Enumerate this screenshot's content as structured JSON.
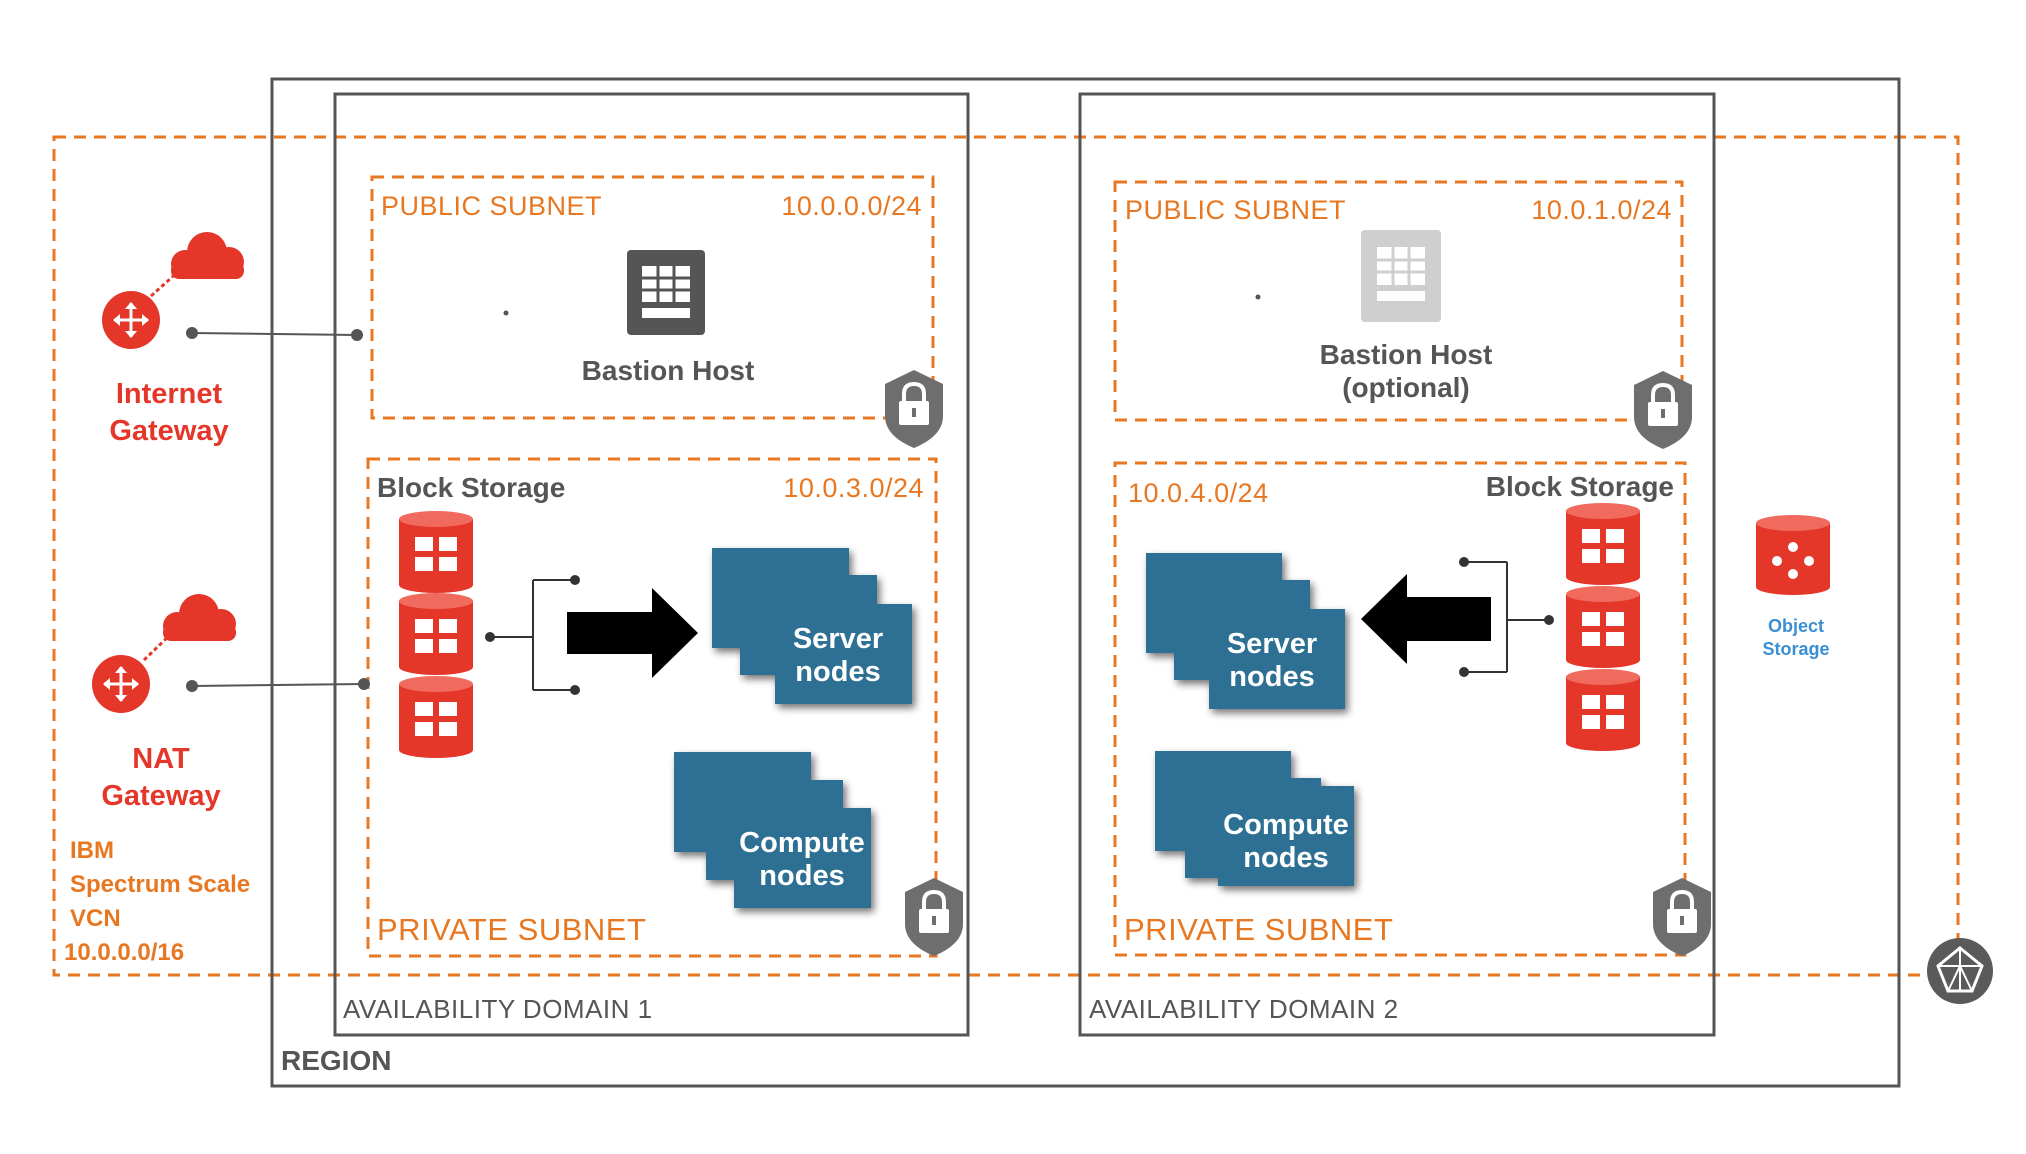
{
  "region": {
    "label": "REGION"
  },
  "vcn": {
    "line1": "IBM",
    "line2": "Spectrum Scale",
    "line3": "VCN",
    "cidr": "10.0.0.0/16"
  },
  "gateways": {
    "internet": {
      "line1": "Internet",
      "line2": "Gateway"
    },
    "nat": {
      "line1": "NAT",
      "line2": "Gateway"
    }
  },
  "ad1": {
    "label": "AVAILABILITY DOMAIN 1",
    "public_subnet": {
      "label": "PUBLIC SUBNET",
      "cidr": "10.0.0.0/24",
      "host": "Bastion Host"
    },
    "private_subnet": {
      "label": "PRIVATE SUBNET",
      "cidr": "10.0.3.0/24",
      "storage": "Block Storage",
      "server": {
        "line1": "Server",
        "line2": "nodes"
      },
      "compute": {
        "line1": "Compute",
        "line2": "nodes"
      }
    }
  },
  "ad2": {
    "label": "AVAILABILITY DOMAIN 2",
    "public_subnet": {
      "label": "PUBLIC SUBNET",
      "cidr": "10.0.1.0/24",
      "host_line1": "Bastion Host",
      "host_line2": "(optional)"
    },
    "private_subnet": {
      "label": "PRIVATE SUBNET",
      "cidr": "10.0.4.0/24",
      "storage": "Block Storage",
      "server": {
        "line1": "Server",
        "line2": "nodes"
      },
      "compute": {
        "line1": "Compute",
        "line2": "nodes"
      }
    }
  },
  "object_storage": {
    "line1": "Object",
    "line2": "Storage"
  },
  "colors": {
    "orange": "#E87722",
    "red": "#E5362A",
    "teal": "#2F6F93",
    "gray": "#555555",
    "blue": "#3A8FD4"
  }
}
